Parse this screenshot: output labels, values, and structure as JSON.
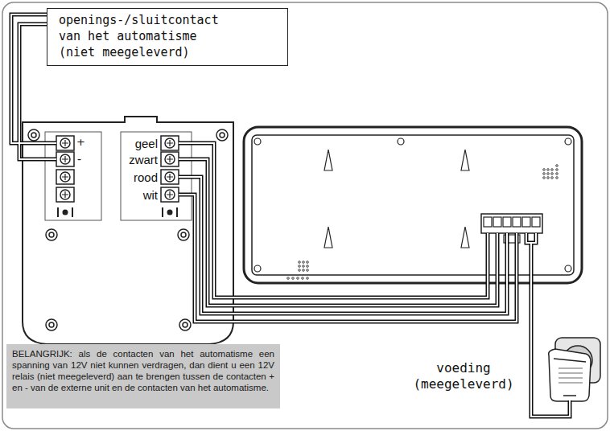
{
  "diagram": {
    "nodes": [
      {
        "text": [
          "openings-/sluitcontact van het automatisme (niet meegeleverd)"
        ]
      },
      {
        "text": [
          "BELANGRIJK: als de contacten van het automatisme een spanning van 12V niet kunnen verdragen, dan dient u een 12V relais (niet meegeleverd) aan te brengen tussen de contacten + en - van de externe unit en de contacten van het automatisme."
        ]
      }
    ],
    "labels": [
      "+",
      "-",
      "geel",
      "zwart",
      "rood",
      "wit",
      "voeding (meegeleverd)"
    ]
  }
}
